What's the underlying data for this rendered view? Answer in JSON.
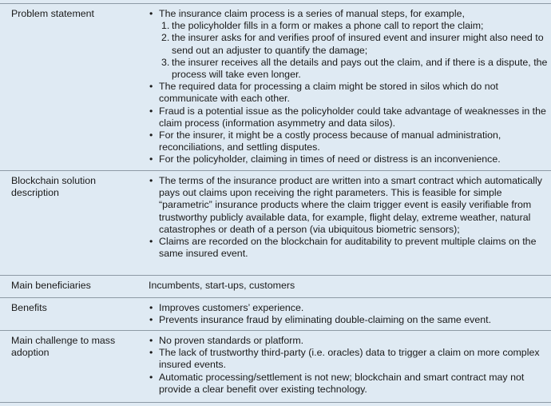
{
  "rows": [
    {
      "label": "Problem statement",
      "bullets": [
        {
          "text": "The insurance claim process is a series of manual steps, for example,",
          "steps": [
            {
              "num": "1.",
              "text": "the policyholder fills in a form or makes a phone call to report the claim;"
            },
            {
              "num": "2.",
              "text": "the insurer asks for and verifies proof of insured event and insurer might also need to send out an adjuster to quantify the damage;"
            },
            {
              "num": "3.",
              "text": "the insurer receives all the details and pays out the claim, and if there is a dispute, the process will take even longer."
            }
          ]
        },
        {
          "text": "The required data for processing a claim might be stored in silos which do not communicate with each other."
        },
        {
          "text": "Fraud is a potential issue as the policyholder could take advantage of weaknesses in the claim process (information asymmetry and data silos)."
        },
        {
          "text": "For the insurer, it might be a costly process because of manual administration, reconciliations, and settling disputes."
        },
        {
          "text": "For the policyholder, claiming in times of need or distress is an inconvenience."
        }
      ]
    },
    {
      "label": "Blockchain solution description",
      "bullets": [
        {
          "text": "The terms of the insurance product are written into a smart contract which automatically pays out claims upon receiving the right parameters. This is feasible for simple “parametric” insurance products where the claim trigger event is easily verifiable from trustworthy publicly available data, for example, flight delay, extreme weather, natural catastrophes or death of a person (via ubiquitous biometric sensors);"
        },
        {
          "text": "Claims are recorded on the blockchain for auditability to prevent multiple claims on the same insured event."
        }
      ]
    },
    {
      "label": "Main beneficiaries",
      "plain": "Incumbents, start-ups, customers"
    },
    {
      "label": "Benefits",
      "bullets": [
        {
          "text": "Improves customers’ experience."
        },
        {
          "text": "Prevents insurance fraud by eliminating double-claiming on the same event."
        }
      ]
    },
    {
      "label": "Main challenge to mass adoption",
      "bullets": [
        {
          "text": "No proven standards or platform."
        },
        {
          "text": "The lack of trustworthy third-party (i.e. oracles) data to trigger a claim on more complex insured events."
        },
        {
          "text": "Automatic processing/settlement is not new; blockchain and smart contract may not provide a clear benefit over existing technology."
        }
      ]
    }
  ]
}
